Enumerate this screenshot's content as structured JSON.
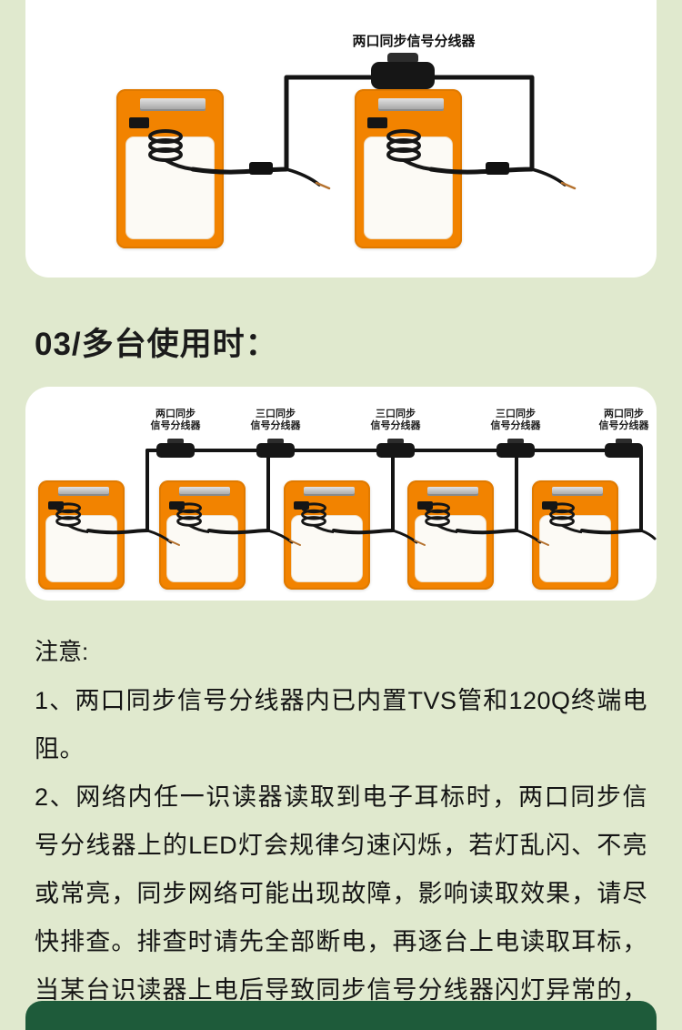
{
  "colors": {
    "background": "#e0e9ce",
    "panel": "#ffffff",
    "device_orange": "#f28300",
    "cable_black": "#141414",
    "footer_green": "#1e5b3a",
    "text": "#141414"
  },
  "diagram_two": {
    "splitter_label": "两口同步信号分线器"
  },
  "heading": {
    "text": "03/多台使用时："
  },
  "diagram_multi": {
    "splitters": [
      {
        "line1": "两口同步",
        "line2": "信号分线器"
      },
      {
        "line1": "三口同步",
        "line2": "信号分线器"
      },
      {
        "line1": "三口同步",
        "line2": "信号分线器"
      },
      {
        "line1": "三口同步",
        "line2": "信号分线器"
      },
      {
        "line1": "两口同步",
        "line2": "信号分线器"
      }
    ]
  },
  "notes": {
    "title": "注意:",
    "items": [
      "1、两口同步信号分线器内已内置TVS管和120Q终端电阻。",
      "2、网络内任一识读器读取到电子耳标时，两口同步信号分线器上的LED灯会规律匀速闪烁，若灯乱闪、不亮或常亮，同步网络可能出现故障，影响读取效果，请尽快排查。排查时请先全部断电，再逐台上电读取耳标，当某台识读器上电后导致同步信号分线器闪灯异常的，说明该台识读器存在故障，需进行移除。"
    ]
  }
}
